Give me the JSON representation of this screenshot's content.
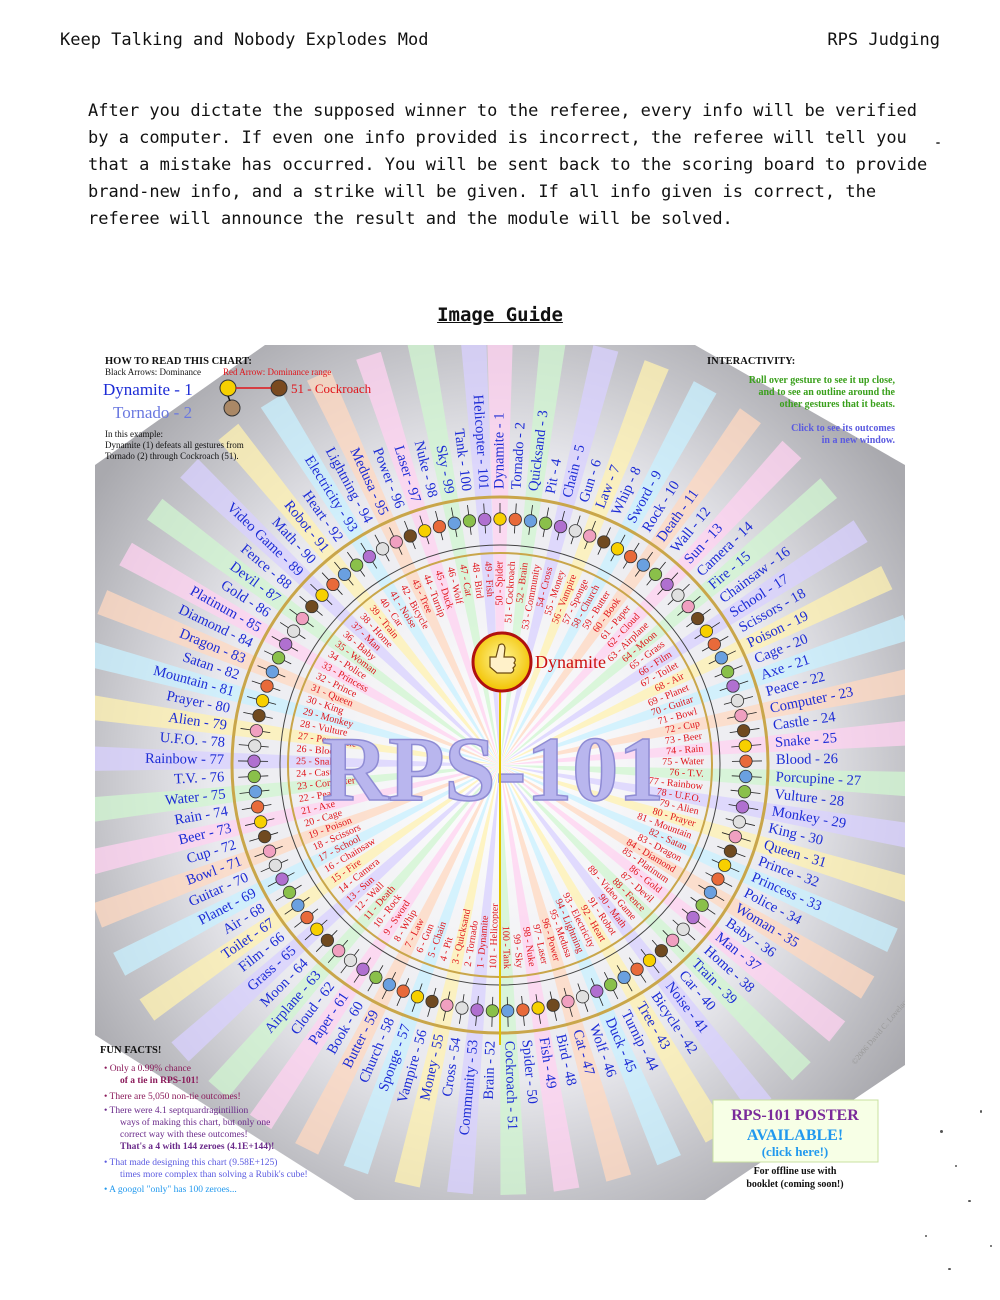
{
  "header": {
    "left": "Keep Talking and Nobody Explodes Mod",
    "right": "RPS Judging"
  },
  "body_text": "After you dictate the supposed winner to the referee, every info will be verified by a computer. If even one info provided is incorrect, the referee will tell you that a mistake has occurred. You will be sent back to the scoring board to provide brand-new info, and a strike will be given. If all info given is correct, the referee will announce the result and the module will be solved.",
  "section_title": "Image Guide",
  "chart": {
    "center_title": "RPS-101",
    "center_label": "Dynamite",
    "gestures": [
      "Dynamite",
      "Tornado",
      "Quicksand",
      "Pit",
      "Chain",
      "Gun",
      "Law",
      "Whip",
      "Sword",
      "Rock",
      "Death",
      "Wall",
      "Sun",
      "Camera",
      "Fire",
      "Chainsaw",
      "School",
      "Scissors",
      "Poison",
      "Cage",
      "Axe",
      "Peace",
      "Computer",
      "Castle",
      "Snake",
      "Blood",
      "Porcupine",
      "Vulture",
      "Monkey",
      "King",
      "Queen",
      "Prince",
      "Princess",
      "Police",
      "Woman",
      "Baby",
      "Man",
      "Home",
      "Train",
      "Car",
      "Noise",
      "Bicycle",
      "Tree",
      "Turnip",
      "Duck",
      "Wolf",
      "Cat",
      "Bird",
      "Fish",
      "Spider",
      "Cockroach",
      "Brain",
      "Community",
      "Cross",
      "Money",
      "Vampire",
      "Sponge",
      "Church",
      "Butter",
      "Book",
      "Paper",
      "Cloud",
      "Airplane",
      "Moon",
      "Grass",
      "Film",
      "Toilet",
      "Air",
      "Planet",
      "Guitar",
      "Bowl",
      "Cup",
      "Beer",
      "Rain",
      "Water",
      "T.V.",
      "Rainbow",
      "U.F.O.",
      "Alien",
      "Prayer",
      "Mountain",
      "Satan",
      "Dragon",
      "Diamond",
      "Platinum",
      "Gold",
      "Devil",
      "Fence",
      "Video Game",
      "Math",
      "Robot",
      "Heart",
      "Electricity",
      "Lightning",
      "Medusa",
      "Power",
      "Laser",
      "Nuke",
      "Sky",
      "Tank",
      "Helicopter"
    ],
    "how_to_read": {
      "heading": "HOW TO READ THIS CHART:",
      "black_arrows": "Black Arrows: Dominance",
      "red_arrow": "Red Arrow: Dominance range",
      "example_top": "Dynamite - 1",
      "example_bottom": "Tornado - 2",
      "example_target": "51 - Cockroach",
      "example_caption_1": "In this example:",
      "example_caption_2": "Dynamite (1) defeats all gestures from",
      "example_caption_3": "Tornado (2) through Cockroach (51)."
    },
    "interactivity": {
      "heading": "INTERACTIVITY:",
      "line1": "Roll over gesture to see it up close,",
      "line2": "and to see an outline around the",
      "line3": "other gestures that it beats.",
      "line4": "Click to see its outcomes",
      "line5": "in a new window."
    },
    "fun_facts": {
      "heading": "FUN FACTS!",
      "f1a": "• Only a 0.99% chance",
      "f1b": "of a tie in RPS-101!",
      "f2": "• There are 5,050 non-tie outcomes!",
      "f3a": "• There were 4.1 septquardragintillion",
      "f3b": "ways of making this chart, but only one",
      "f3c": "correct way with these outcomes!",
      "f3d": "That's a 4 with 144 zeroes (4.1E+144)!",
      "f4a": "• That made designing this chart (9.58E+125)",
      "f4b": "times more complex than solving a Rubik's cube!",
      "f5": "• A googol \"only\" has 100 zeroes..."
    },
    "poster": {
      "line1": "RPS-101 POSTER",
      "line2": "AVAILABLE!",
      "line3": "(click here!)",
      "line4": "For offline use with",
      "line5": "booklet (coming soon!)"
    },
    "signature": "©2006 David C. Lovelace '06"
  },
  "colors": {
    "outer_label": "#1c2bd6",
    "inner_label": "#e0141a",
    "center_title": "#b9b6ee",
    "green_text": "#3aa01c",
    "poster_purple": "#7a2a9a",
    "poster_blue": "#2299ee"
  }
}
